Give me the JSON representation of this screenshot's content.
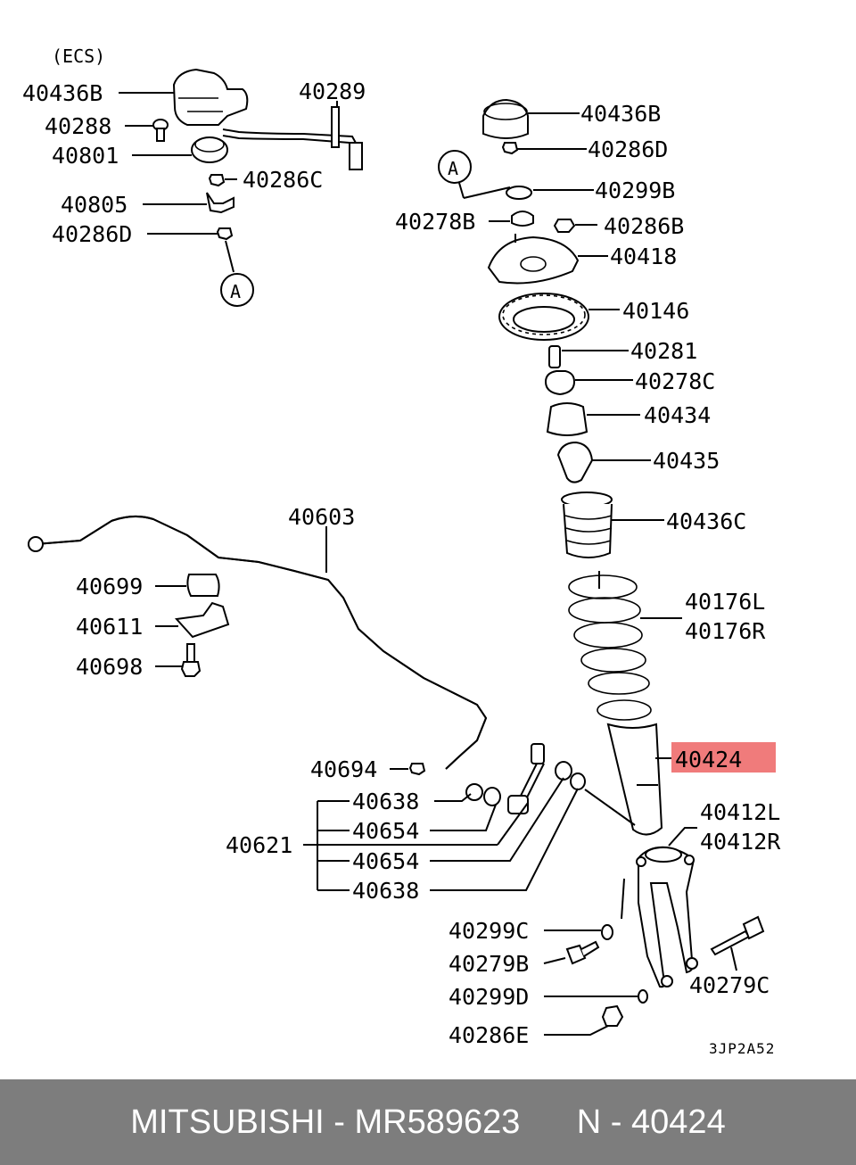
{
  "diagram": {
    "section_label": "(ECS)",
    "drawing_code": "3JP2A52",
    "highlight_color": "#f07b7b",
    "callouts": {
      "p40436B_l": "40436B",
      "p40288": "40288",
      "p40801": "40801",
      "p40289": "40289",
      "p40286C": "40286C",
      "p40805": "40805",
      "p40286D_l": "40286D",
      "ref_a_l": "A",
      "p40436B_r": "40436B",
      "p40286D_r": "40286D",
      "ref_a_r": "A",
      "p40299B": "40299B",
      "p40278B": "40278B",
      "p40286B": "40286B",
      "p40418": "40418",
      "p40146": "40146",
      "p40281": "40281",
      "p40278C": "40278C",
      "p40434": "40434",
      "p40435": "40435",
      "p40436C": "40436C",
      "p40603": "40603",
      "p40699": "40699",
      "p40611": "40611",
      "p40698": "40698",
      "p40176L": "40176L",
      "p40176R": "40176R",
      "p40424": "40424",
      "p40694": "40694",
      "p40638_a": "40638",
      "p40654_a": "40654",
      "p40621": "40621",
      "p40654_b": "40654",
      "p40638_b": "40638",
      "p40412L": "40412L",
      "p40412R": "40412R",
      "p40299C": "40299C",
      "p40279B": "40279B",
      "p40299D": "40299D",
      "p40286E": "40286E",
      "p40279C": "40279C"
    }
  },
  "footer": {
    "brand": "MITSUBISHI",
    "separator": " - ",
    "part_number": "MR589623",
    "ref_prefix": "N",
    "ref_number": "40424"
  }
}
